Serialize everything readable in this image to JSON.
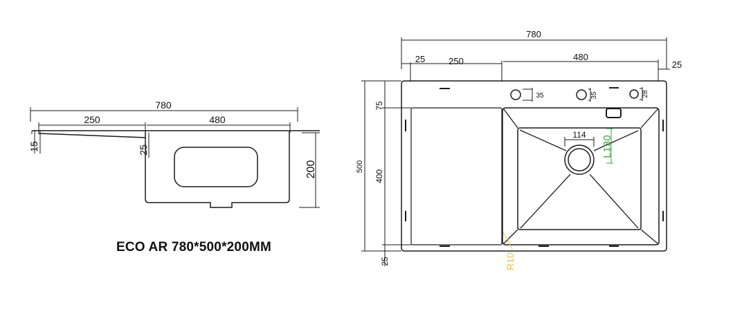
{
  "caption": "ECO AR 780*500*200MM",
  "side_view": {
    "width_total": "780",
    "drainer_width": "250",
    "bowl_width": "480",
    "rim_thickness": "15",
    "step": "25",
    "depth": "200"
  },
  "top_view": {
    "width_total": "780",
    "margin_left": "25",
    "drainer_width": "250",
    "bowl_width": "480",
    "margin_right": "25",
    "height_total": "500",
    "top_strip": "75",
    "bowl_height": "400",
    "bottom_strip": "25",
    "tap_hole_1": "35",
    "tap_hole_2": "35",
    "tap_hole_3": "28",
    "drain_diameter": "114",
    "corner_radius": "R10",
    "overflow_length": "L130"
  },
  "colors": {
    "line": "#1a1a1a",
    "accent_green": "#3aa63a",
    "accent_yellow": "#e8c44a"
  }
}
